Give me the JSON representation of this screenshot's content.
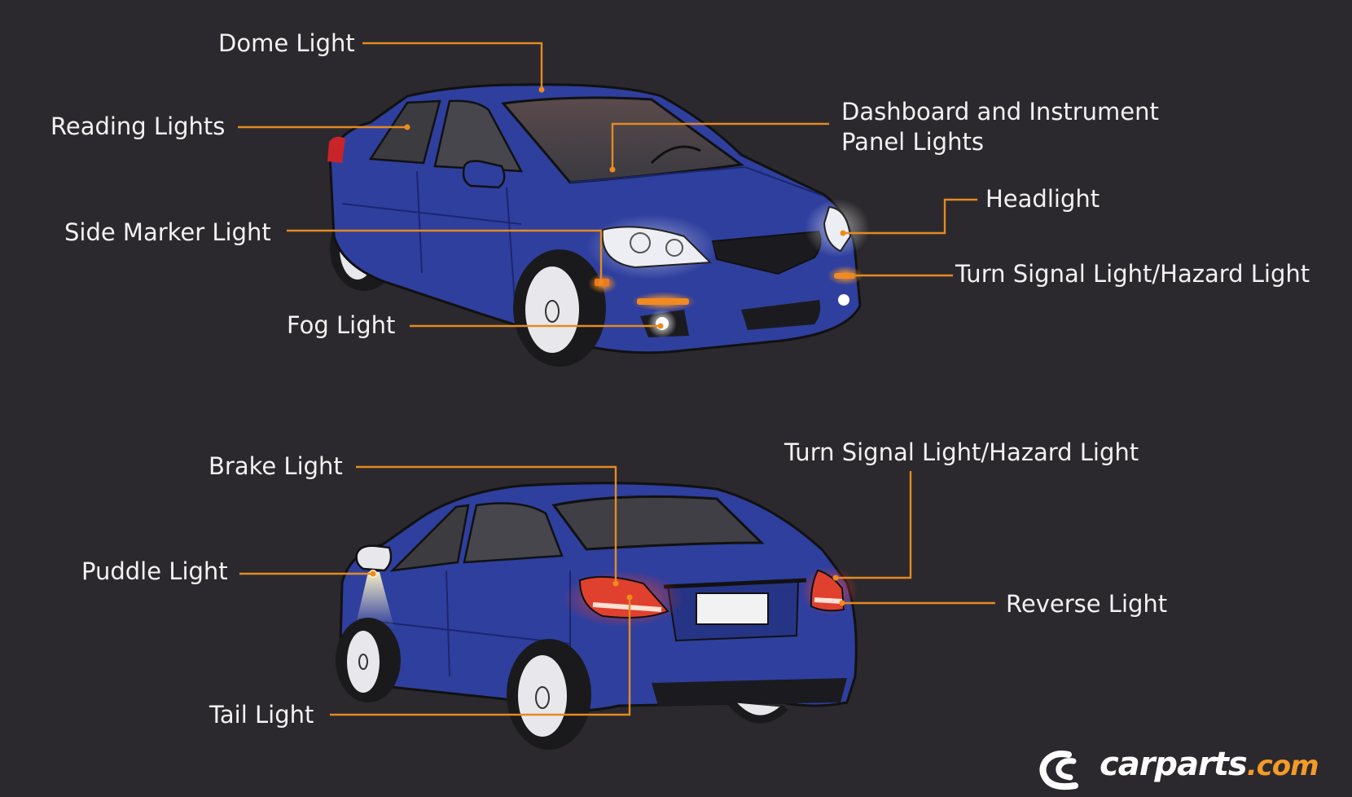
{
  "labels": {
    "dome_light": "Dome Light",
    "reading_lights": "Reading Lights",
    "dashboard_line1": "Dashboard and Instrument",
    "dashboard_line2": "Panel Lights",
    "headlight": "Headlight",
    "side_marker_light": "Side Marker Light",
    "turn_signal_front": "Turn Signal Light/Hazard Light",
    "fog_light": "Fog Light",
    "brake_light": "Brake Light",
    "turn_signal_rear": "Turn Signal Light/Hazard Light",
    "puddle_light": "Puddle Light",
    "reverse_light": "Reverse Light",
    "tail_light": "Tail Light"
  },
  "brand": {
    "name": "carparts",
    "tld": ".com",
    "icon": "carparts-logo-icon"
  },
  "colors": {
    "background": "#2b292d",
    "car_body": "#2f3f9e",
    "leader_line": "#e48a22",
    "label_text": "#f2f2f2"
  }
}
